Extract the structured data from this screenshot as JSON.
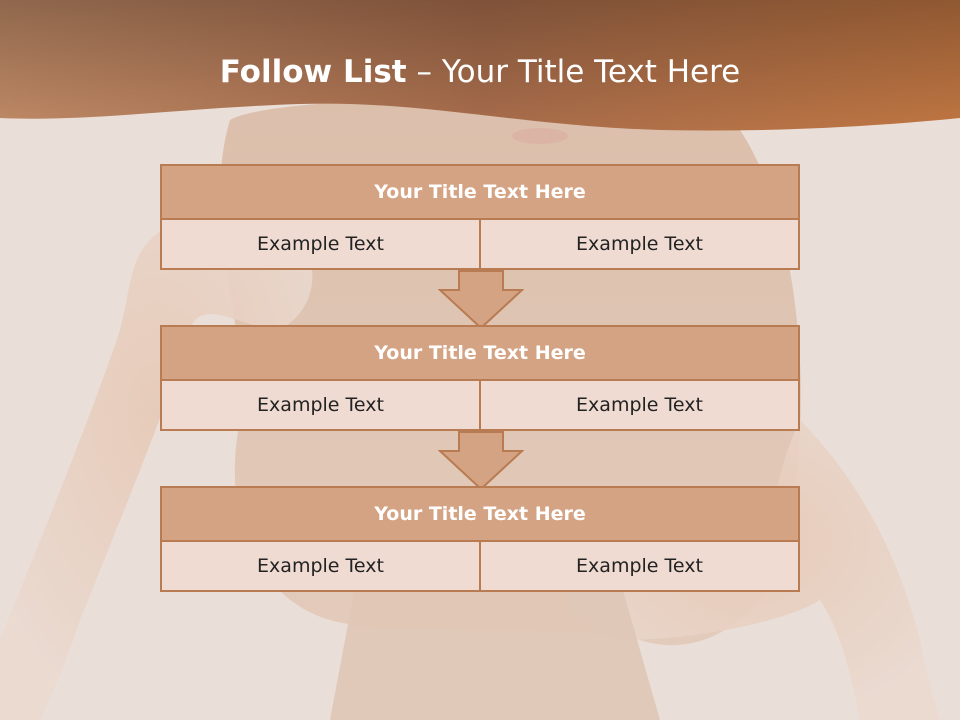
{
  "slide": {
    "title_bold": "Follow List",
    "title_rest": " – Your Title Text Here",
    "colors": {
      "header": "#a5694a",
      "box_head": "#d4a383",
      "box_body": "#efdbd2",
      "border": "#b97b52"
    },
    "blocks": [
      {
        "heading": "Your Title Text Here",
        "left": "Example Text",
        "right": "Example Text"
      },
      {
        "heading": "Your Title Text Here",
        "left": "Example Text",
        "right": "Example Text"
      },
      {
        "heading": "Your Title Text Here",
        "left": "Example Text",
        "right": "Example Text"
      }
    ]
  }
}
